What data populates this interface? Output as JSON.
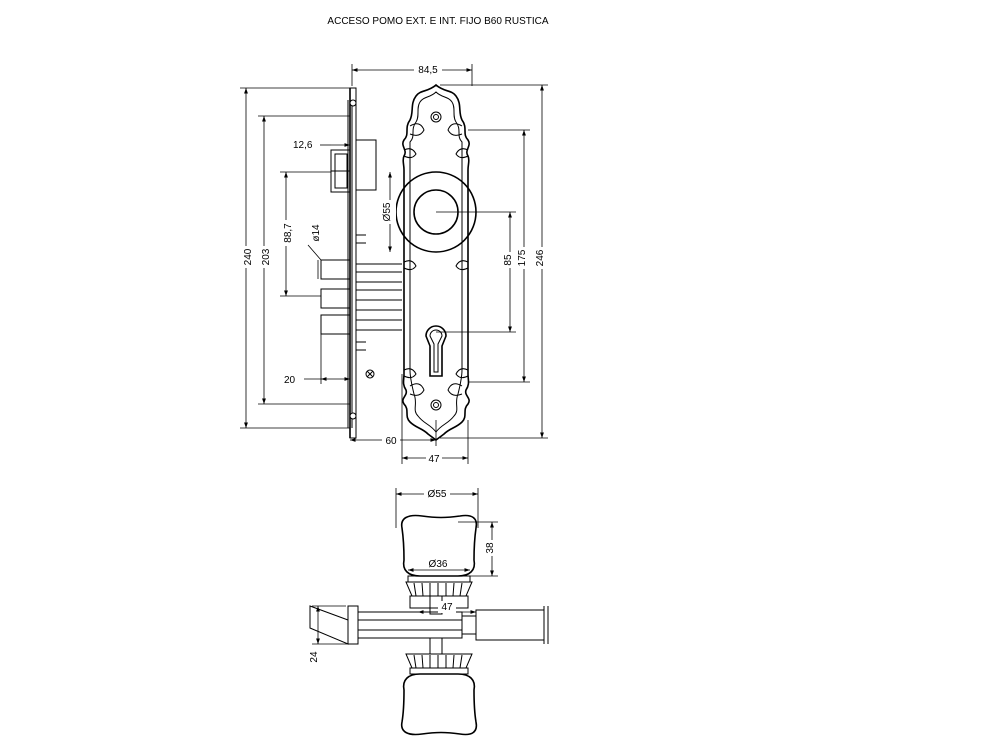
{
  "title": "ACCESO POMO EXT. E INT. FIJO B60 RUSTICA",
  "front_view": {
    "dims": {
      "overall_width": "84,5",
      "latch_width": "12,6",
      "lock_height": "240",
      "faceplate_length": "203",
      "cylinder_to_knob": "88,7",
      "hole_dia": "ø14",
      "knob_dia": "Ø55",
      "knob_to_cylinder": "85",
      "escutcheon_holes": "175",
      "escutcheon_height": "246",
      "bolt_throw": "20",
      "backset": "60",
      "escutcheon_width": "47"
    }
  },
  "side_view": {
    "dims": {
      "knob_dia": "Ø55",
      "knob_height": "38",
      "neck_dia": "Ø36",
      "spindle_offset": "47",
      "faceplate_depth": "24"
    }
  }
}
